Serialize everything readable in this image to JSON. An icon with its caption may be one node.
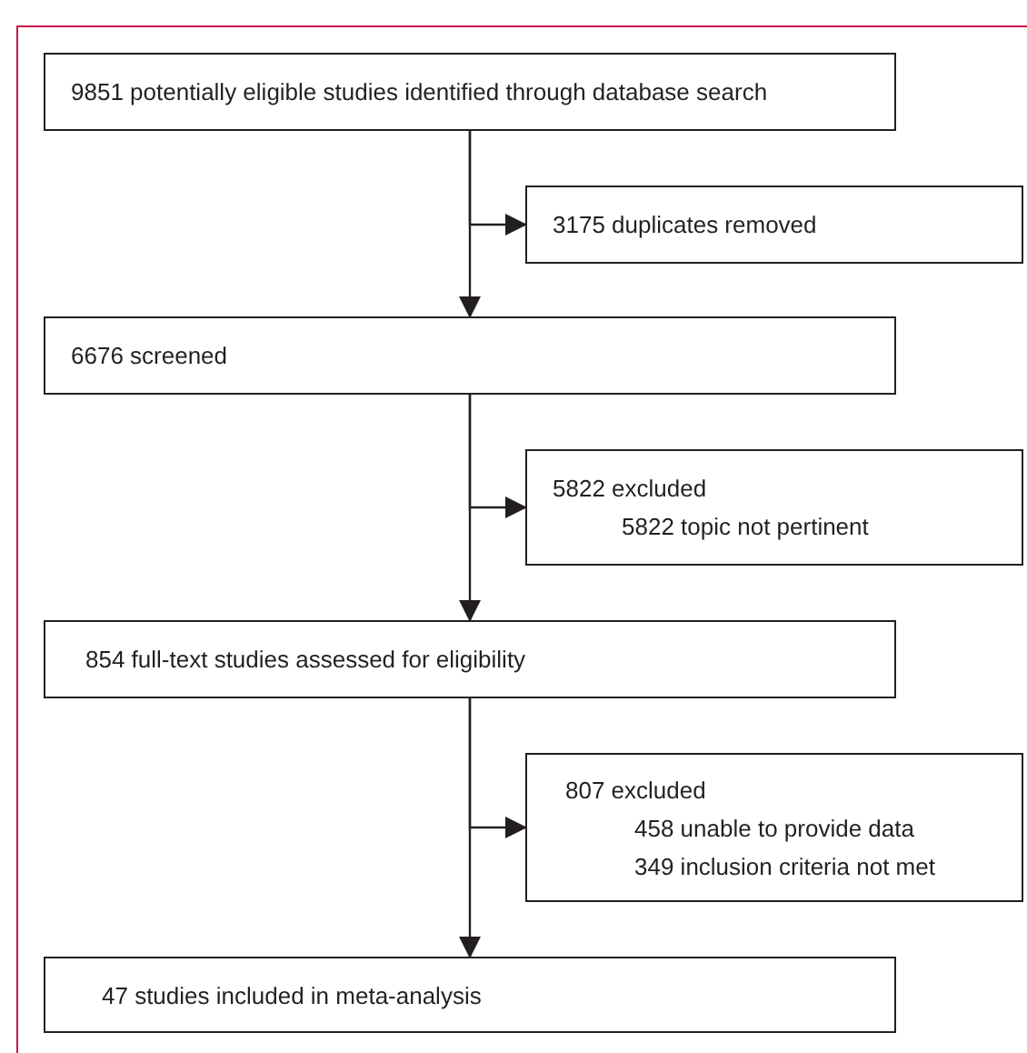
{
  "diagram": {
    "nodes": [
      {
        "text": [
          "9851 potentially eligible studies identified through database search"
        ]
      },
      {
        "text": [
          "3175 duplicates removed"
        ]
      },
      {
        "text": [
          "6676 screened"
        ]
      },
      {
        "text": [
          "5822 excluded",
          "5822 topic not pertinent"
        ]
      },
      {
        "text": [
          "854 full-text studies assessed for eligibility"
        ]
      },
      {
        "text": [
          "807 excluded",
          "458 unable to provide data",
          "349 inclusion criteria not met"
        ]
      },
      {
        "text": [
          "47 studies included in meta-analysis"
        ]
      }
    ],
    "edges": [
      {
        "from": 0,
        "to": 1,
        "arrow": "to"
      },
      {
        "from": 0,
        "to": 2,
        "arrow": "to"
      },
      {
        "from": 2,
        "to": 3,
        "arrow": "to"
      },
      {
        "from": 2,
        "to": 4,
        "arrow": "to"
      },
      {
        "from": 4,
        "to": 5,
        "arrow": "to"
      },
      {
        "from": 4,
        "to": 6,
        "arrow": "to"
      }
    ]
  }
}
